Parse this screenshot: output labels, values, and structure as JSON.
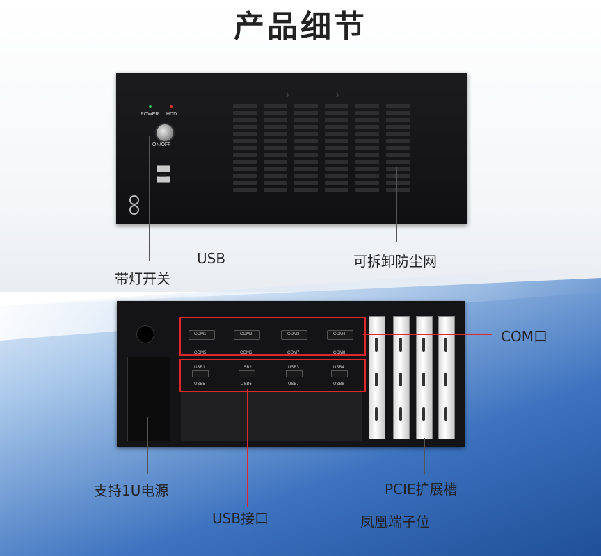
{
  "title": "产品细节",
  "front_panel": {
    "power_led_label": "POWER",
    "hdd_led_label": "HDD",
    "switch_label": "ON/OFF",
    "usb_port_label": "USB"
  },
  "back_panel": {
    "com_ports": [
      "COM1",
      "COM2",
      "COM3",
      "COM4"
    ],
    "com_ports_lower": [
      "COM5",
      "COM6",
      "COM7",
      "COM8"
    ],
    "usb_ports_upper": [
      "USB1",
      "USB2",
      "USB3",
      "USB4"
    ],
    "usb_ports_lower": [
      "USB5",
      "USB6",
      "USB7",
      "USB8"
    ]
  },
  "callouts": {
    "power_switch": "带灯开关",
    "usb": "USB",
    "dust_filter": "可拆卸防尘网",
    "com_port": "COM口",
    "psu": "支持1U电源",
    "usb_interface": "USB接口",
    "pcie_slots": "PCIE扩展槽",
    "phoenix_terminal": "凤凰端子位"
  },
  "colors": {
    "highlight": "#e0282b",
    "chassis": "#141416",
    "background_blue": "#2f62ad"
  }
}
